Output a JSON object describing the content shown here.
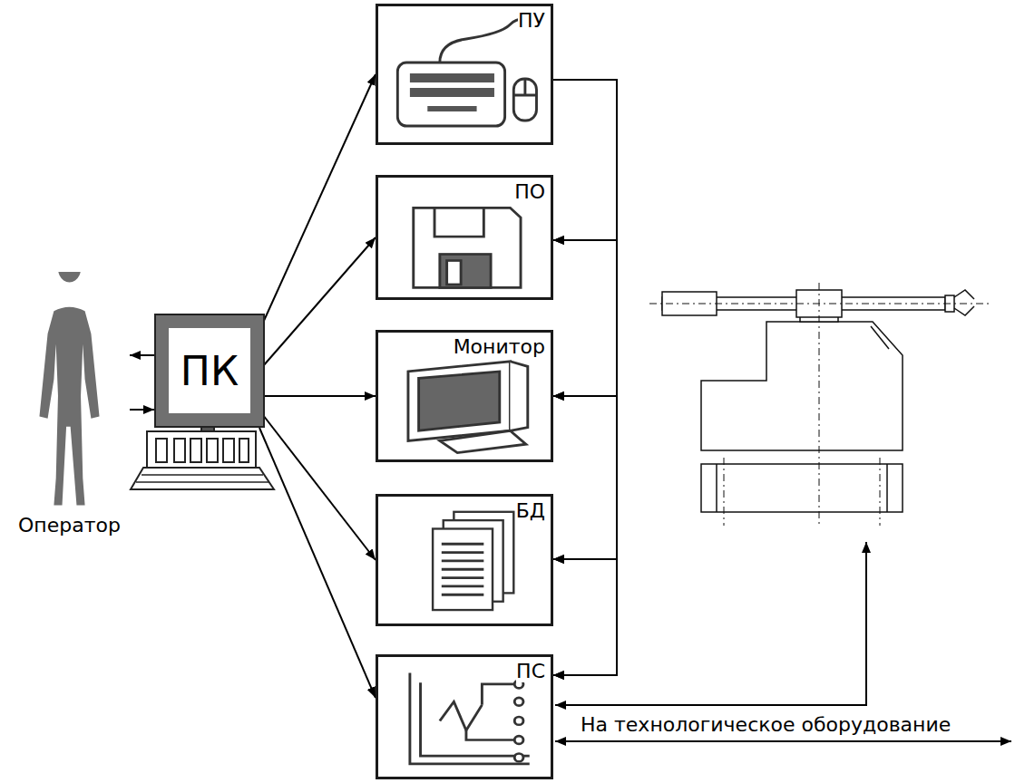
{
  "diagram": {
    "nodes": [
      {
        "text": [
          "Оператор"
        ]
      },
      {
        "text": [
          "ПК"
        ]
      },
      {
        "text": [
          "ПУ"
        ]
      },
      {
        "text": [
          "ПО"
        ]
      },
      {
        "text": [
          "Монитор"
        ]
      },
      {
        "text": [
          "БД"
        ]
      },
      {
        "text": [
          "ПС"
        ]
      }
    ],
    "edges": [
      {
        "from": 1,
        "to": 0,
        "arrow": "to"
      },
      {
        "from": 0,
        "to": 1,
        "arrow": "to"
      },
      {
        "from": 1,
        "to": 2,
        "arrow": "to"
      },
      {
        "from": 1,
        "to": 3,
        "arrow": "to"
      },
      {
        "from": 1,
        "to": 4,
        "arrow": "to"
      },
      {
        "from": 1,
        "to": 5,
        "arrow": "to"
      },
      {
        "from": 1,
        "to": 6,
        "arrow": "to"
      },
      {
        "from": 2,
        "to": 3,
        "arrow": "to"
      },
      {
        "from": 2,
        "to": 4,
        "arrow": "to"
      },
      {
        "from": 2,
        "to": 5,
        "arrow": "to"
      },
      {
        "from": 2,
        "to": 6,
        "arrow": "to"
      },
      {
        "from": 3,
        "to": 4,
        "arrow": "to"
      },
      {
        "from": 5,
        "to": 4,
        "arrow": "to"
      },
      {
        "from": 6,
        "to": 4,
        "arrow": "to"
      },
      {
        "from": 3,
        "to": 5,
        "arrow": "both"
      },
      {
        "from": 3,
        "to": 6,
        "arrow": "both"
      },
      {
        "from": 5,
        "to": 6,
        "arrow": "both"
      }
    ],
    "labels": [
      "На технологическое оборудование"
    ]
  }
}
